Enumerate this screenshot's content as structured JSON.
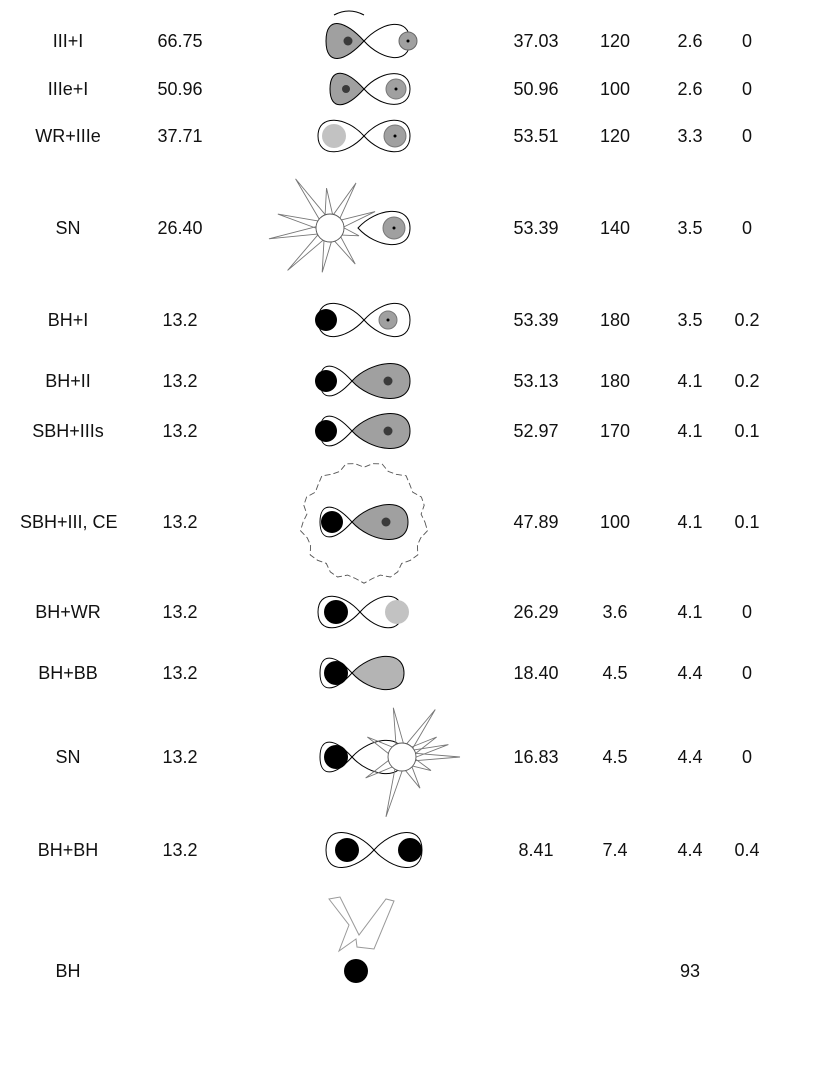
{
  "colors": {
    "ink": "#000000",
    "lobe_gray": "#a0a0a0",
    "core_dark": "#3a3a3a",
    "wr_light": "#c2c2c2",
    "bb_gray": "#b4b4b4"
  },
  "rows": [
    {
      "stage": "III+I",
      "m1": "66.75",
      "p": "37.03",
      "m2": "120",
      "mbh": "2.6",
      "e": "0",
      "pic": "overflow-primary"
    },
    {
      "stage": "IIIe+I",
      "m1": "50.96",
      "p": "50.96",
      "m2": "100",
      "mbh": "2.6",
      "e": "0",
      "pic": "overflow-contact"
    },
    {
      "stage": "WR+IIIe",
      "m1": "37.71",
      "p": "53.51",
      "m2": "120",
      "mbh": "3.3",
      "e": "0",
      "pic": "wr-detached"
    },
    {
      "stage": "SN",
      "m1": "26.40",
      "p": "53.39",
      "m2": "140",
      "mbh": "3.5",
      "e": "0",
      "pic": "supernova-left"
    },
    {
      "stage": "BH+I",
      "m1": "13.2",
      "p": "53.39",
      "m2": "180",
      "mbh": "3.5",
      "e": "0.2",
      "pic": "bh-detached"
    },
    {
      "stage": "BH+II",
      "m1": "13.2",
      "p": "53.13",
      "m2": "180",
      "mbh": "4.1",
      "e": "0.2",
      "pic": "bh-filling"
    },
    {
      "stage": "SBH+IIIs",
      "m1": "13.2",
      "p": "52.97",
      "m2": "170",
      "mbh": "4.1",
      "e": "0.1",
      "pic": "bh-overflow"
    },
    {
      "stage": "SBH+III, CE",
      "m1": "13.2",
      "p": "47.89",
      "m2": "100",
      "mbh": "4.1",
      "e": "0.1",
      "pic": "common-envelope"
    },
    {
      "stage": "BH+WR",
      "m1": "13.2",
      "p": "26.29",
      "m2": "3.6",
      "mbh": "4.1",
      "e": "0",
      "pic": "bh-wr"
    },
    {
      "stage": "BH+BB",
      "m1": "13.2",
      "p": "18.40",
      "m2": "4.5",
      "mbh": "4.4",
      "e": "0",
      "pic": "bh-bb"
    },
    {
      "stage": "SN",
      "m1": "13.2",
      "p": "16.83",
      "m2": "4.5",
      "mbh": "4.4",
      "e": "0",
      "pic": "supernova-right"
    },
    {
      "stage": "BH+BH",
      "m1": "13.2",
      "p": "8.41",
      "m2": "7.4",
      "mbh": "4.4",
      "e": "0.4",
      "pic": "bh-bh"
    },
    {
      "stage": "BH",
      "m1": "",
      "p": "",
      "m2": "",
      "mbh": "93",
      "e": "",
      "pic": "merger"
    }
  ]
}
